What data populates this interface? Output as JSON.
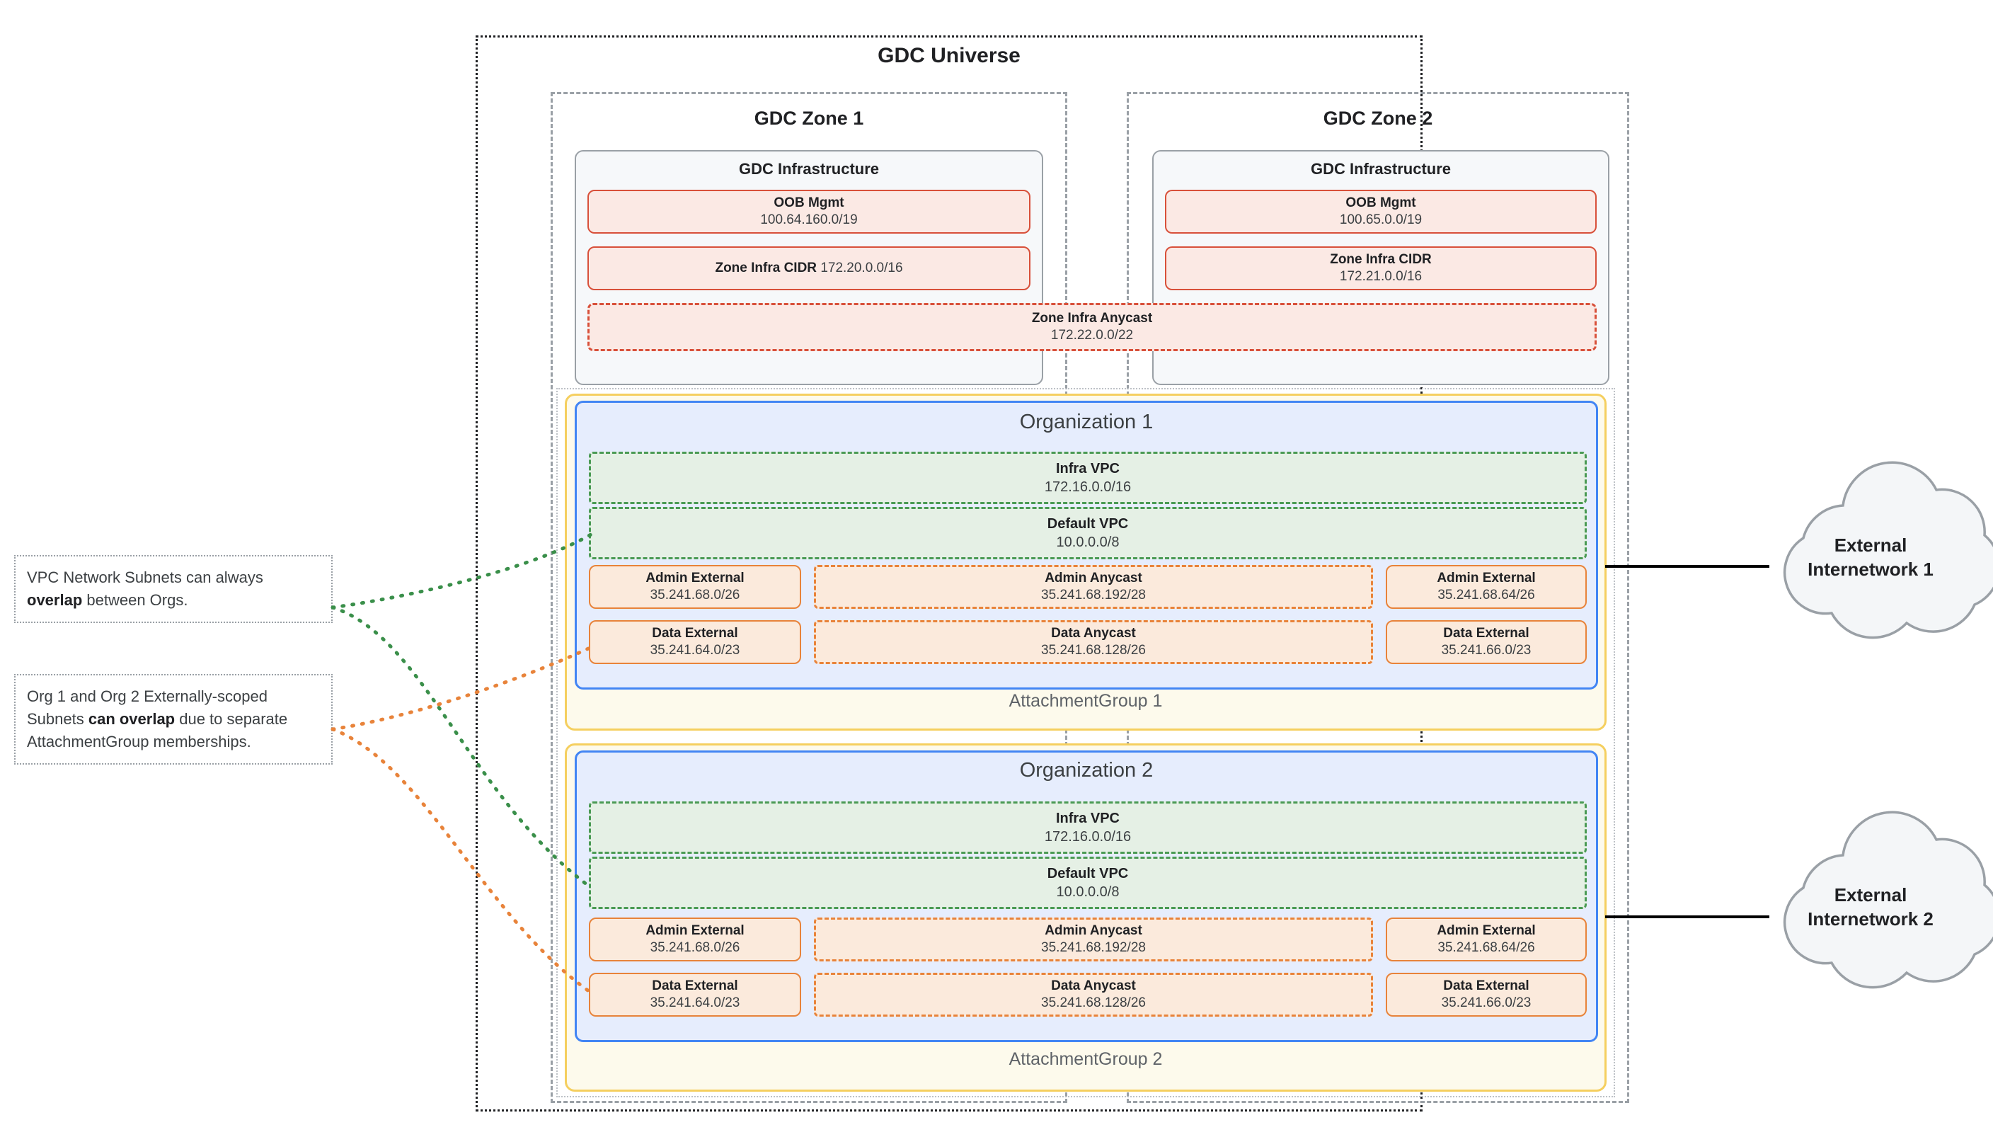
{
  "universe": {
    "title": "GDC Universe"
  },
  "zones": [
    {
      "title": "GDC Zone 1",
      "infra_title": "GDC Infrastructure",
      "oob": {
        "label": "OOB Mgmt",
        "cidr": "100.64.160.0/19"
      },
      "zone_infra_cidr": {
        "label": "Zone Infra CIDR",
        "cidr": "172.20.0.0/16",
        "inline": true
      }
    },
    {
      "title": "GDC Zone 2",
      "infra_title": "GDC Infrastructure",
      "oob": {
        "label": "OOB Mgmt",
        "cidr": "100.65.0.0/19"
      },
      "zone_infra_cidr": {
        "label": "Zone Infra CIDR",
        "cidr": "172.21.0.0/16",
        "inline": false
      }
    }
  ],
  "zone_infra_anycast": {
    "label": "Zone Infra Anycast",
    "cidr": "172.22.0.0/22"
  },
  "attachment_groups": [
    {
      "label": "AttachmentGroup 1"
    },
    {
      "label": "AttachmentGroup 2"
    }
  ],
  "organizations": [
    {
      "title": "Organization 1",
      "vpcs": [
        {
          "label": "Infra VPC",
          "cidr": "172.16.0.0/16"
        },
        {
          "label": "Default VPC",
          "cidr": "10.0.0.0/8"
        }
      ],
      "subnets": {
        "admin_external_left": {
          "label": "Admin External",
          "cidr": "35.241.68.0/26"
        },
        "admin_anycast": {
          "label": "Admin Anycast",
          "cidr": "35.241.68.192/28"
        },
        "admin_external_right": {
          "label": "Admin External",
          "cidr": "35.241.68.64/26"
        },
        "data_external_left": {
          "label": "Data External",
          "cidr": "35.241.64.0/23"
        },
        "data_anycast": {
          "label": "Data Anycast",
          "cidr": "35.241.68.128/26"
        },
        "data_external_right": {
          "label": "Data External",
          "cidr": "35.241.66.0/23"
        }
      }
    },
    {
      "title": "Organization 2",
      "vpcs": [
        {
          "label": "Infra VPC",
          "cidr": "172.16.0.0/16"
        },
        {
          "label": "Default VPC",
          "cidr": "10.0.0.0/8"
        }
      ],
      "subnets": {
        "admin_external_left": {
          "label": "Admin External",
          "cidr": "35.241.68.0/26"
        },
        "admin_anycast": {
          "label": "Admin Anycast",
          "cidr": "35.241.68.192/28"
        },
        "admin_external_right": {
          "label": "Admin External",
          "cidr": "35.241.68.64/26"
        },
        "data_external_left": {
          "label": "Data External",
          "cidr": "35.241.64.0/23"
        },
        "data_anycast": {
          "label": "Data Anycast",
          "cidr": "35.241.68.128/26"
        },
        "data_external_right": {
          "label": "Data External",
          "cidr": "35.241.66.0/23"
        }
      }
    }
  ],
  "callouts": [
    {
      "text_before": "VPC Network Subnets can always ",
      "text_bold": "overlap",
      "text_after": " between Orgs.",
      "connector_color": "#3a8f4a"
    },
    {
      "text_before": "Org 1 and Org 2 Externally-scoped Subnets ",
      "text_bold": "can overlap",
      "text_after": " due to separate AttachmentGroup memberships.",
      "connector_color": "#e8833a"
    }
  ],
  "external_networks": [
    {
      "line1": "External",
      "line2": "Internetwork 1"
    },
    {
      "line1": "External",
      "line2": "Internetwork 2"
    }
  ],
  "colors": {
    "universe_border": "#202124",
    "zone_border": "#9aa0a6",
    "infra_border": "#9aa0a6",
    "infra_fill": "#f6f8fa",
    "red_border": "#d8503a",
    "red_fill": "#fbe9e4",
    "org_border": "#4285f4",
    "org_fill": "#e6edfd",
    "ag_border": "#f5cf5f",
    "ag_fill": "#fdfaec",
    "vpc_border": "#4a9a54",
    "vpc_fill": "#e5f0e5",
    "subnet_border": "#e8833a",
    "subnet_fill": "#fbeadc",
    "cloud_border": "#9aa0a6",
    "cloud_fill": "#f4f6f8",
    "link_line": "#000000"
  }
}
